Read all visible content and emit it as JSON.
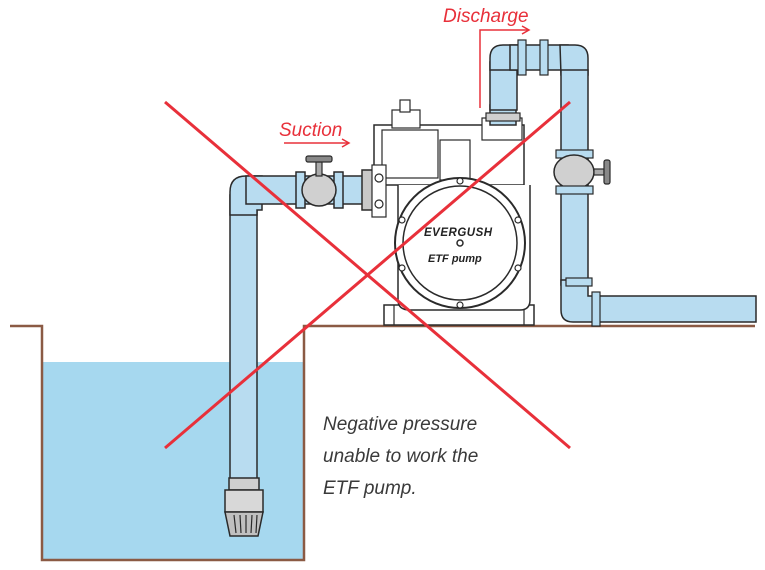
{
  "labels": {
    "discharge": "Discharge",
    "suction": "Suction",
    "note_lines": [
      "Negative pressure",
      "unable to work the",
      "ETF pump."
    ],
    "brand": "EVERGUSH",
    "model": "ETF pump"
  },
  "colors": {
    "pipe_fill": "#b8dcf0",
    "water": "#a6d8ef",
    "ground": "#8b5a44",
    "cross": "#e8303a",
    "outline": "#2a2a2a"
  },
  "icons": [
    "suction-arrow-icon",
    "discharge-arrow-icon",
    "valve-icon",
    "foot-valve-icon",
    "cross-mark-icon"
  ]
}
